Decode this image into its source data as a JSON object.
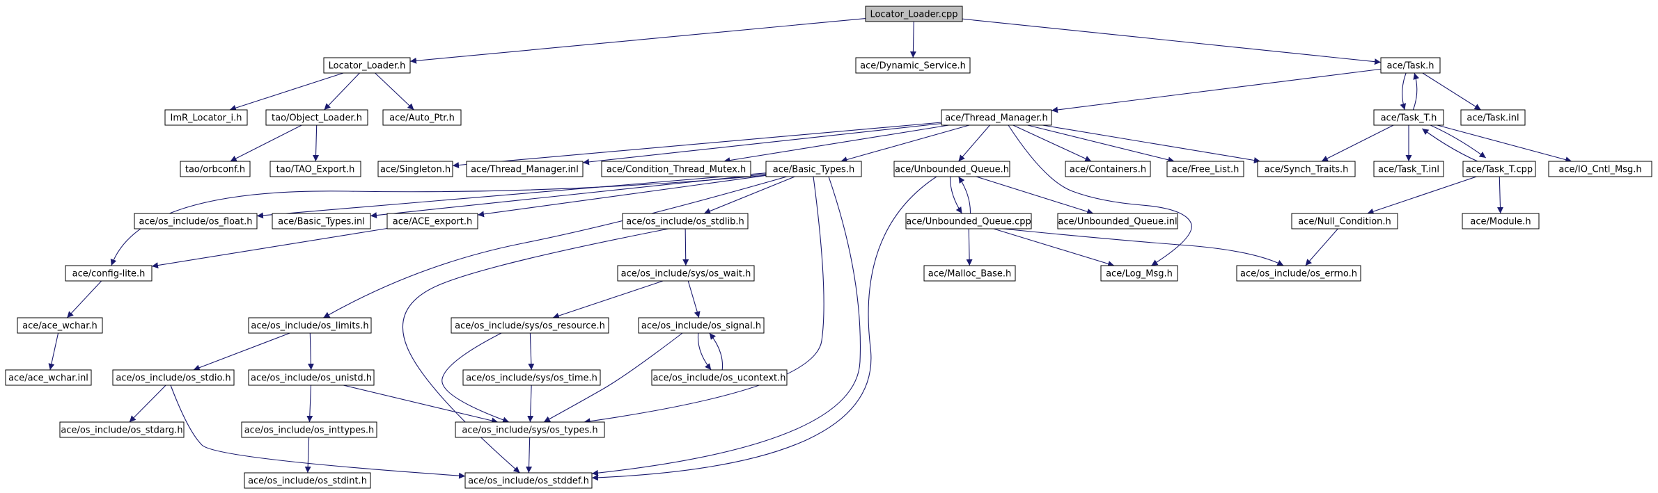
{
  "diagram": {
    "colors": {
      "edge": "#1a1a6e",
      "node_border": "#000000",
      "node_fill": "#ffffff",
      "root_fill": "#bfbfbf"
    },
    "nodes": [
      {
        "id": "locator_loader_cpp",
        "label": "Locator_Loader.cpp",
        "root": true
      },
      {
        "id": "locator_loader_h",
        "label": "Locator_Loader.h"
      },
      {
        "id": "dynamic_service_h",
        "label": "ace/Dynamic_Service.h"
      },
      {
        "id": "task_h",
        "label": "ace/Task.h"
      },
      {
        "id": "imr_locator_i_h",
        "label": "ImR_Locator_i.h"
      },
      {
        "id": "object_loader_h",
        "label": "tao/Object_Loader.h"
      },
      {
        "id": "auto_ptr_h",
        "label": "ace/Auto_Ptr.h"
      },
      {
        "id": "thread_manager_h",
        "label": "ace/Thread_Manager.h"
      },
      {
        "id": "task_t_h",
        "label": "ace/Task_T.h"
      },
      {
        "id": "task_inl",
        "label": "ace/Task.inl"
      },
      {
        "id": "orbconf_h",
        "label": "tao/orbconf.h"
      },
      {
        "id": "tao_export_h",
        "label": "tao/TAO_Export.h"
      },
      {
        "id": "singleton_h",
        "label": "ace/Singleton.h"
      },
      {
        "id": "thread_manager_inl",
        "label": "ace/Thread_Manager.inl"
      },
      {
        "id": "condition_thread_mutex_h",
        "label": "ace/Condition_Thread_Mutex.h"
      },
      {
        "id": "basic_types_h",
        "label": "ace/Basic_Types.h"
      },
      {
        "id": "unbounded_queue_h",
        "label": "ace/Unbounded_Queue.h"
      },
      {
        "id": "containers_h",
        "label": "ace/Containers.h"
      },
      {
        "id": "free_list_h",
        "label": "ace/Free_List.h"
      },
      {
        "id": "synch_traits_h",
        "label": "ace/Synch_Traits.h"
      },
      {
        "id": "task_t_inl",
        "label": "ace/Task_T.inl"
      },
      {
        "id": "task_t_cpp",
        "label": "ace/Task_T.cpp"
      },
      {
        "id": "io_cntl_msg_h",
        "label": "ace/IO_Cntl_Msg.h"
      },
      {
        "id": "os_float_h",
        "label": "ace/os_include/os_float.h"
      },
      {
        "id": "basic_types_inl",
        "label": "ace/Basic_Types.inl"
      },
      {
        "id": "ace_export_h",
        "label": "ace/ACE_export.h"
      },
      {
        "id": "os_stdlib_h",
        "label": "ace/os_include/os_stdlib.h"
      },
      {
        "id": "unbounded_queue_cpp",
        "label": "ace/Unbounded_Queue.cpp"
      },
      {
        "id": "unbounded_queue_inl",
        "label": "ace/Unbounded_Queue.inl"
      },
      {
        "id": "null_condition_h",
        "label": "ace/Null_Condition.h"
      },
      {
        "id": "module_h",
        "label": "ace/Module.h"
      },
      {
        "id": "config_lite_h",
        "label": "ace/config-lite.h"
      },
      {
        "id": "os_wait_h",
        "label": "ace/os_include/sys/os_wait.h"
      },
      {
        "id": "malloc_base_h",
        "label": "ace/Malloc_Base.h"
      },
      {
        "id": "log_msg_h",
        "label": "ace/Log_Msg.h"
      },
      {
        "id": "os_errno_h",
        "label": "ace/os_include/os_errno.h"
      },
      {
        "id": "ace_wchar_h",
        "label": "ace/ace_wchar.h"
      },
      {
        "id": "os_limits_h",
        "label": "ace/os_include/os_limits.h"
      },
      {
        "id": "os_resource_h",
        "label": "ace/os_include/sys/os_resource.h"
      },
      {
        "id": "os_signal_h",
        "label": "ace/os_include/os_signal.h"
      },
      {
        "id": "ace_wchar_inl",
        "label": "ace/ace_wchar.inl"
      },
      {
        "id": "os_stdio_h",
        "label": "ace/os_include/os_stdio.h"
      },
      {
        "id": "os_unistd_h",
        "label": "ace/os_include/os_unistd.h"
      },
      {
        "id": "os_time_h",
        "label": "ace/os_include/sys/os_time.h"
      },
      {
        "id": "os_ucontext_h",
        "label": "ace/os_include/os_ucontext.h"
      },
      {
        "id": "os_stdarg_h",
        "label": "ace/os_include/os_stdarg.h"
      },
      {
        "id": "os_inttypes_h",
        "label": "ace/os_include/os_inttypes.h"
      },
      {
        "id": "os_types_h",
        "label": "ace/os_include/sys/os_types.h"
      },
      {
        "id": "os_stdint_h",
        "label": "ace/os_include/os_stdint.h"
      },
      {
        "id": "os_stddef_h",
        "label": "ace/os_include/os_stddef.h"
      }
    ],
    "edges": [
      [
        "locator_loader_cpp",
        "locator_loader_h"
      ],
      [
        "locator_loader_cpp",
        "dynamic_service_h"
      ],
      [
        "locator_loader_cpp",
        "task_h"
      ],
      [
        "locator_loader_h",
        "imr_locator_i_h"
      ],
      [
        "locator_loader_h",
        "object_loader_h"
      ],
      [
        "locator_loader_h",
        "auto_ptr_h"
      ],
      [
        "object_loader_h",
        "orbconf_h"
      ],
      [
        "object_loader_h",
        "tao_export_h"
      ],
      [
        "task_h",
        "thread_manager_h"
      ],
      [
        "task_h",
        "task_t_h"
      ],
      [
        "task_h",
        "task_inl"
      ],
      [
        "task_t_h",
        "task_h"
      ],
      [
        "task_t_h",
        "synch_traits_h"
      ],
      [
        "task_t_h",
        "task_t_inl"
      ],
      [
        "task_t_h",
        "task_t_cpp"
      ],
      [
        "task_t_h",
        "io_cntl_msg_h"
      ],
      [
        "task_t_cpp",
        "task_t_h"
      ],
      [
        "task_t_cpp",
        "null_condition_h"
      ],
      [
        "task_t_cpp",
        "module_h"
      ],
      [
        "null_condition_h",
        "os_errno_h"
      ],
      [
        "thread_manager_h",
        "singleton_h"
      ],
      [
        "thread_manager_h",
        "thread_manager_inl"
      ],
      [
        "thread_manager_h",
        "condition_thread_mutex_h"
      ],
      [
        "thread_manager_h",
        "basic_types_h"
      ],
      [
        "thread_manager_h",
        "unbounded_queue_h"
      ],
      [
        "thread_manager_h",
        "containers_h"
      ],
      [
        "thread_manager_h",
        "free_list_h"
      ],
      [
        "thread_manager_h",
        "synch_traits_h"
      ],
      [
        "thread_manager_h",
        "log_msg_h"
      ],
      [
        "unbounded_queue_h",
        "unbounded_queue_cpp"
      ],
      [
        "unbounded_queue_h",
        "unbounded_queue_inl"
      ],
      [
        "unbounded_queue_h",
        "os_stddef_h"
      ],
      [
        "unbounded_queue_cpp",
        "unbounded_queue_h"
      ],
      [
        "unbounded_queue_cpp",
        "malloc_base_h"
      ],
      [
        "unbounded_queue_cpp",
        "log_msg_h"
      ],
      [
        "unbounded_queue_cpp",
        "os_errno_h"
      ],
      [
        "basic_types_h",
        "config_lite_h"
      ],
      [
        "basic_types_h",
        "os_float_h"
      ],
      [
        "basic_types_h",
        "basic_types_inl"
      ],
      [
        "basic_types_h",
        "ace_export_h"
      ],
      [
        "basic_types_h",
        "os_stdlib_h"
      ],
      [
        "basic_types_h",
        "os_limits_h"
      ],
      [
        "basic_types_h",
        "os_types_h"
      ],
      [
        "basic_types_h",
        "os_stddef_h"
      ],
      [
        "ace_export_h",
        "config_lite_h"
      ],
      [
        "config_lite_h",
        "ace_wchar_h"
      ],
      [
        "ace_wchar_h",
        "ace_wchar_inl"
      ],
      [
        "os_stdlib_h",
        "os_wait_h"
      ],
      [
        "os_stdlib_h",
        "os_stddef_h"
      ],
      [
        "os_wait_h",
        "os_resource_h"
      ],
      [
        "os_wait_h",
        "os_signal_h"
      ],
      [
        "os_resource_h",
        "os_time_h"
      ],
      [
        "os_resource_h",
        "os_types_h"
      ],
      [
        "os_signal_h",
        "os_ucontext_h"
      ],
      [
        "os_signal_h",
        "os_types_h"
      ],
      [
        "os_ucontext_h",
        "os_signal_h"
      ],
      [
        "os_time_h",
        "os_types_h"
      ],
      [
        "os_limits_h",
        "os_stdio_h"
      ],
      [
        "os_limits_h",
        "os_unistd_h"
      ],
      [
        "os_stdio_h",
        "os_stdarg_h"
      ],
      [
        "os_stdio_h",
        "os_stddef_h"
      ],
      [
        "os_unistd_h",
        "os_inttypes_h"
      ],
      [
        "os_unistd_h",
        "os_types_h"
      ],
      [
        "os_inttypes_h",
        "os_stdint_h"
      ],
      [
        "os_types_h",
        "os_stddef_h"
      ]
    ]
  }
}
